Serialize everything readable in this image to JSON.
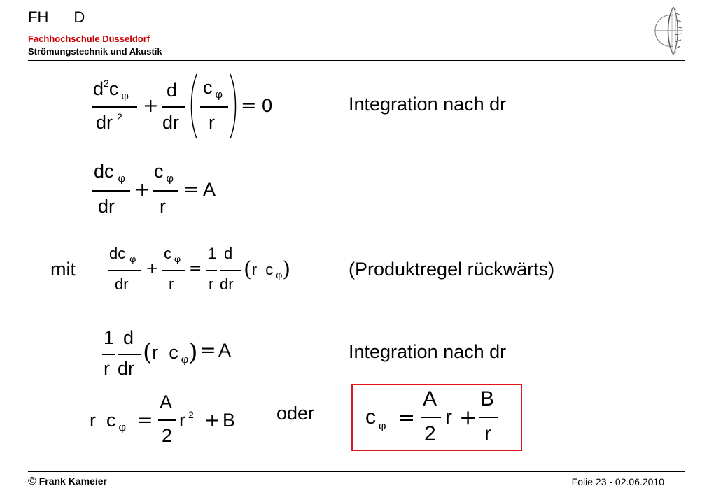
{
  "header": {
    "logo_left": "FH",
    "logo_right": "D",
    "institution": "Fachhochschule Düsseldorf",
    "department": "Strömungstechnik und Akustik"
  },
  "equations": {
    "eq1": {
      "note": "Integration nach dr"
    },
    "eq2": {
      "rhs": "A"
    },
    "eq3": {
      "prefix": "mit",
      "note": "(Produktregel rückwärts)"
    },
    "eq4": {
      "rhs": "A",
      "note": "Integration nach dr"
    },
    "eq5": {
      "connector": "oder"
    }
  },
  "footer": {
    "copyright_symbol": "©",
    "author": "Frank Kameier",
    "slide": "Folie 23  - 02.06.2010"
  },
  "colors": {
    "institution_red": "#cc0000",
    "result_box": "#e0161b"
  }
}
